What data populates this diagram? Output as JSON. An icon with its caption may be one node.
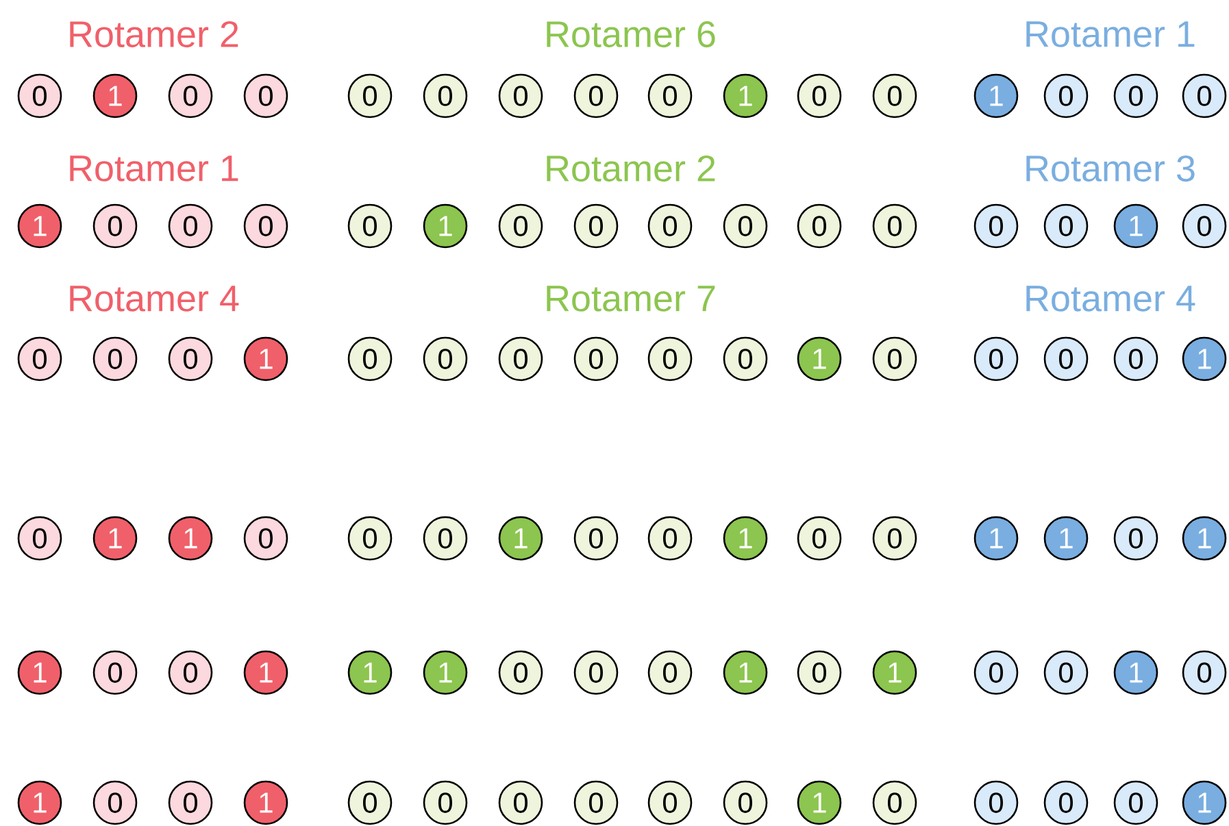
{
  "diagram": {
    "nodes": [
      {
        "text": [
          "0"
        ]
      },
      {
        "text": [
          "1"
        ]
      },
      {
        "text": [
          "0"
        ]
      },
      {
        "text": [
          "0"
        ]
      },
      {
        "text": [
          "0"
        ]
      },
      {
        "text": [
          "0"
        ]
      },
      {
        "text": [
          "0"
        ]
      },
      {
        "text": [
          "0"
        ]
      },
      {
        "text": [
          "0"
        ]
      },
      {
        "text": [
          "1"
        ]
      },
      {
        "text": [
          "0"
        ]
      },
      {
        "text": [
          "0"
        ]
      },
      {
        "text": [
          "1"
        ]
      },
      {
        "text": [
          "0"
        ]
      },
      {
        "text": [
          "0"
        ]
      },
      {
        "text": [
          "0"
        ]
      },
      {
        "text": [
          "1"
        ]
      },
      {
        "text": [
          "0"
        ]
      },
      {
        "text": [
          "0"
        ]
      },
      {
        "text": [
          "0"
        ]
      },
      {
        "text": [
          "0"
        ]
      },
      {
        "text": [
          "1"
        ]
      },
      {
        "text": [
          "0"
        ]
      },
      {
        "text": [
          "0"
        ]
      },
      {
        "text": [
          "0"
        ]
      },
      {
        "text": [
          "0"
        ]
      },
      {
        "text": [
          "0"
        ]
      },
      {
        "text": [
          "0"
        ]
      },
      {
        "text": [
          "0"
        ]
      },
      {
        "text": [
          "0"
        ]
      },
      {
        "text": [
          "1"
        ]
      },
      {
        "text": [
          "0"
        ]
      },
      {
        "text": [
          "0"
        ]
      },
      {
        "text": [
          "0"
        ]
      },
      {
        "text": [
          "0"
        ]
      },
      {
        "text": [
          "1"
        ]
      },
      {
        "text": [
          "0"
        ]
      },
      {
        "text": [
          "0"
        ]
      },
      {
        "text": [
          "0"
        ]
      },
      {
        "text": [
          "0"
        ]
      },
      {
        "text": [
          "0"
        ]
      },
      {
        "text": [
          "0"
        ]
      },
      {
        "text": [
          "1"
        ]
      },
      {
        "text": [
          "0"
        ]
      },
      {
        "text": [
          "0"
        ]
      },
      {
        "text": [
          "0"
        ]
      },
      {
        "text": [
          "0"
        ]
      },
      {
        "text": [
          "1"
        ]
      },
      {
        "text": [
          "0"
        ]
      },
      {
        "text": [
          "1"
        ]
      },
      {
        "text": [
          "1"
        ]
      },
      {
        "text": [
          "0"
        ]
      },
      {
        "text": [
          "0"
        ]
      },
      {
        "text": [
          "0"
        ]
      },
      {
        "text": [
          "1"
        ]
      },
      {
        "text": [
          "0"
        ]
      },
      {
        "text": [
          "0"
        ]
      },
      {
        "text": [
          "1"
        ]
      },
      {
        "text": [
          "0"
        ]
      },
      {
        "text": [
          "0"
        ]
      },
      {
        "text": [
          "1"
        ]
      },
      {
        "text": [
          "1"
        ]
      },
      {
        "text": [
          "0"
        ]
      },
      {
        "text": [
          "1"
        ]
      },
      {
        "text": [
          "1"
        ]
      },
      {
        "text": [
          "0"
        ]
      },
      {
        "text": [
          "0"
        ]
      },
      {
        "text": [
          "1"
        ]
      },
      {
        "text": [
          "1"
        ]
      },
      {
        "text": [
          "1"
        ]
      },
      {
        "text": [
          "0"
        ]
      },
      {
        "text": [
          "0"
        ]
      },
      {
        "text": [
          "0"
        ]
      },
      {
        "text": [
          "1"
        ]
      },
      {
        "text": [
          "0"
        ]
      },
      {
        "text": [
          "1"
        ]
      },
      {
        "text": [
          "0"
        ]
      },
      {
        "text": [
          "0"
        ]
      },
      {
        "text": [
          "1"
        ]
      },
      {
        "text": [
          "0"
        ]
      },
      {
        "text": [
          "1"
        ]
      },
      {
        "text": [
          "0"
        ]
      },
      {
        "text": [
          "0"
        ]
      },
      {
        "text": [
          "1"
        ]
      },
      {
        "text": [
          "0"
        ]
      },
      {
        "text": [
          "0"
        ]
      },
      {
        "text": [
          "0"
        ]
      },
      {
        "text": [
          "0"
        ]
      },
      {
        "text": [
          "0"
        ]
      },
      {
        "text": [
          "0"
        ]
      },
      {
        "text": [
          "1"
        ]
      },
      {
        "text": [
          "0"
        ]
      },
      {
        "text": [
          "0"
        ]
      },
      {
        "text": [
          "0"
        ]
      },
      {
        "text": [
          "0"
        ]
      },
      {
        "text": [
          "1"
        ]
      }
    ],
    "labels": [
      "Rotamer 2",
      "Rotamer 6",
      "Rotamer 1",
      "Rotamer 1",
      "Rotamer 2",
      "Rotamer 3",
      "Rotamer 4",
      "Rotamer 7",
      "Rotamer 4"
    ]
  }
}
